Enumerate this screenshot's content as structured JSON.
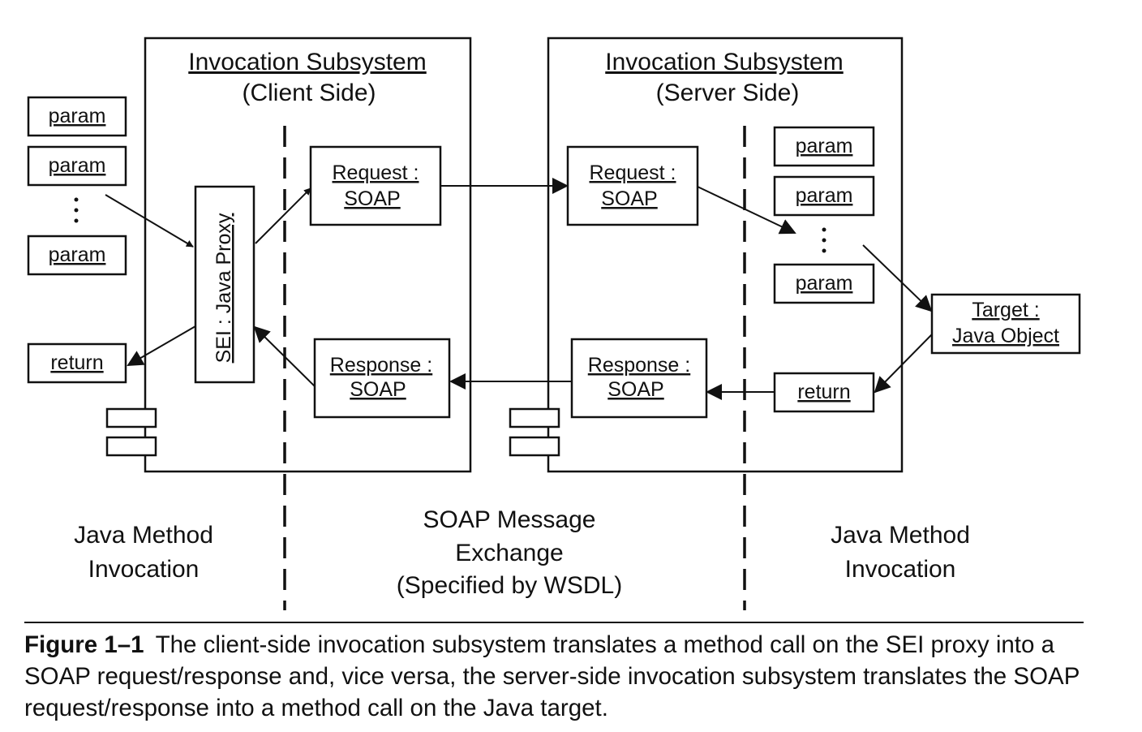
{
  "client": {
    "title": "Invocation Subsystem",
    "subtitle": "(Client Side)",
    "params": [
      "param",
      "param",
      "param"
    ],
    "return_label": "return",
    "proxy_label": "SEI : Java Proxy",
    "request": [
      "Request :",
      "SOAP"
    ],
    "response": [
      "Response :",
      "SOAP"
    ]
  },
  "server": {
    "title": "Invocation Subsystem",
    "subtitle": "(Server Side)",
    "params": [
      "param",
      "param",
      "param"
    ],
    "return_label": "return",
    "request": [
      "Request :",
      "SOAP"
    ],
    "response": [
      "Response :",
      "SOAP"
    ],
    "target": [
      "Target :",
      "Java Object"
    ]
  },
  "regions": {
    "left": [
      "Java Method",
      "Invocation"
    ],
    "middle": [
      "SOAP Message",
      "Exchange",
      "(Specified by WSDL)"
    ],
    "right": [
      "Java Method",
      "Invocation"
    ]
  },
  "caption": {
    "label": "Figure 1–1",
    "text": "The client-side invocation subsystem translates a method call on the SEI proxy into a SOAP request/response and, vice versa, the server-side invocation subsystem translates the SOAP request/response into a method call on the Java target."
  }
}
